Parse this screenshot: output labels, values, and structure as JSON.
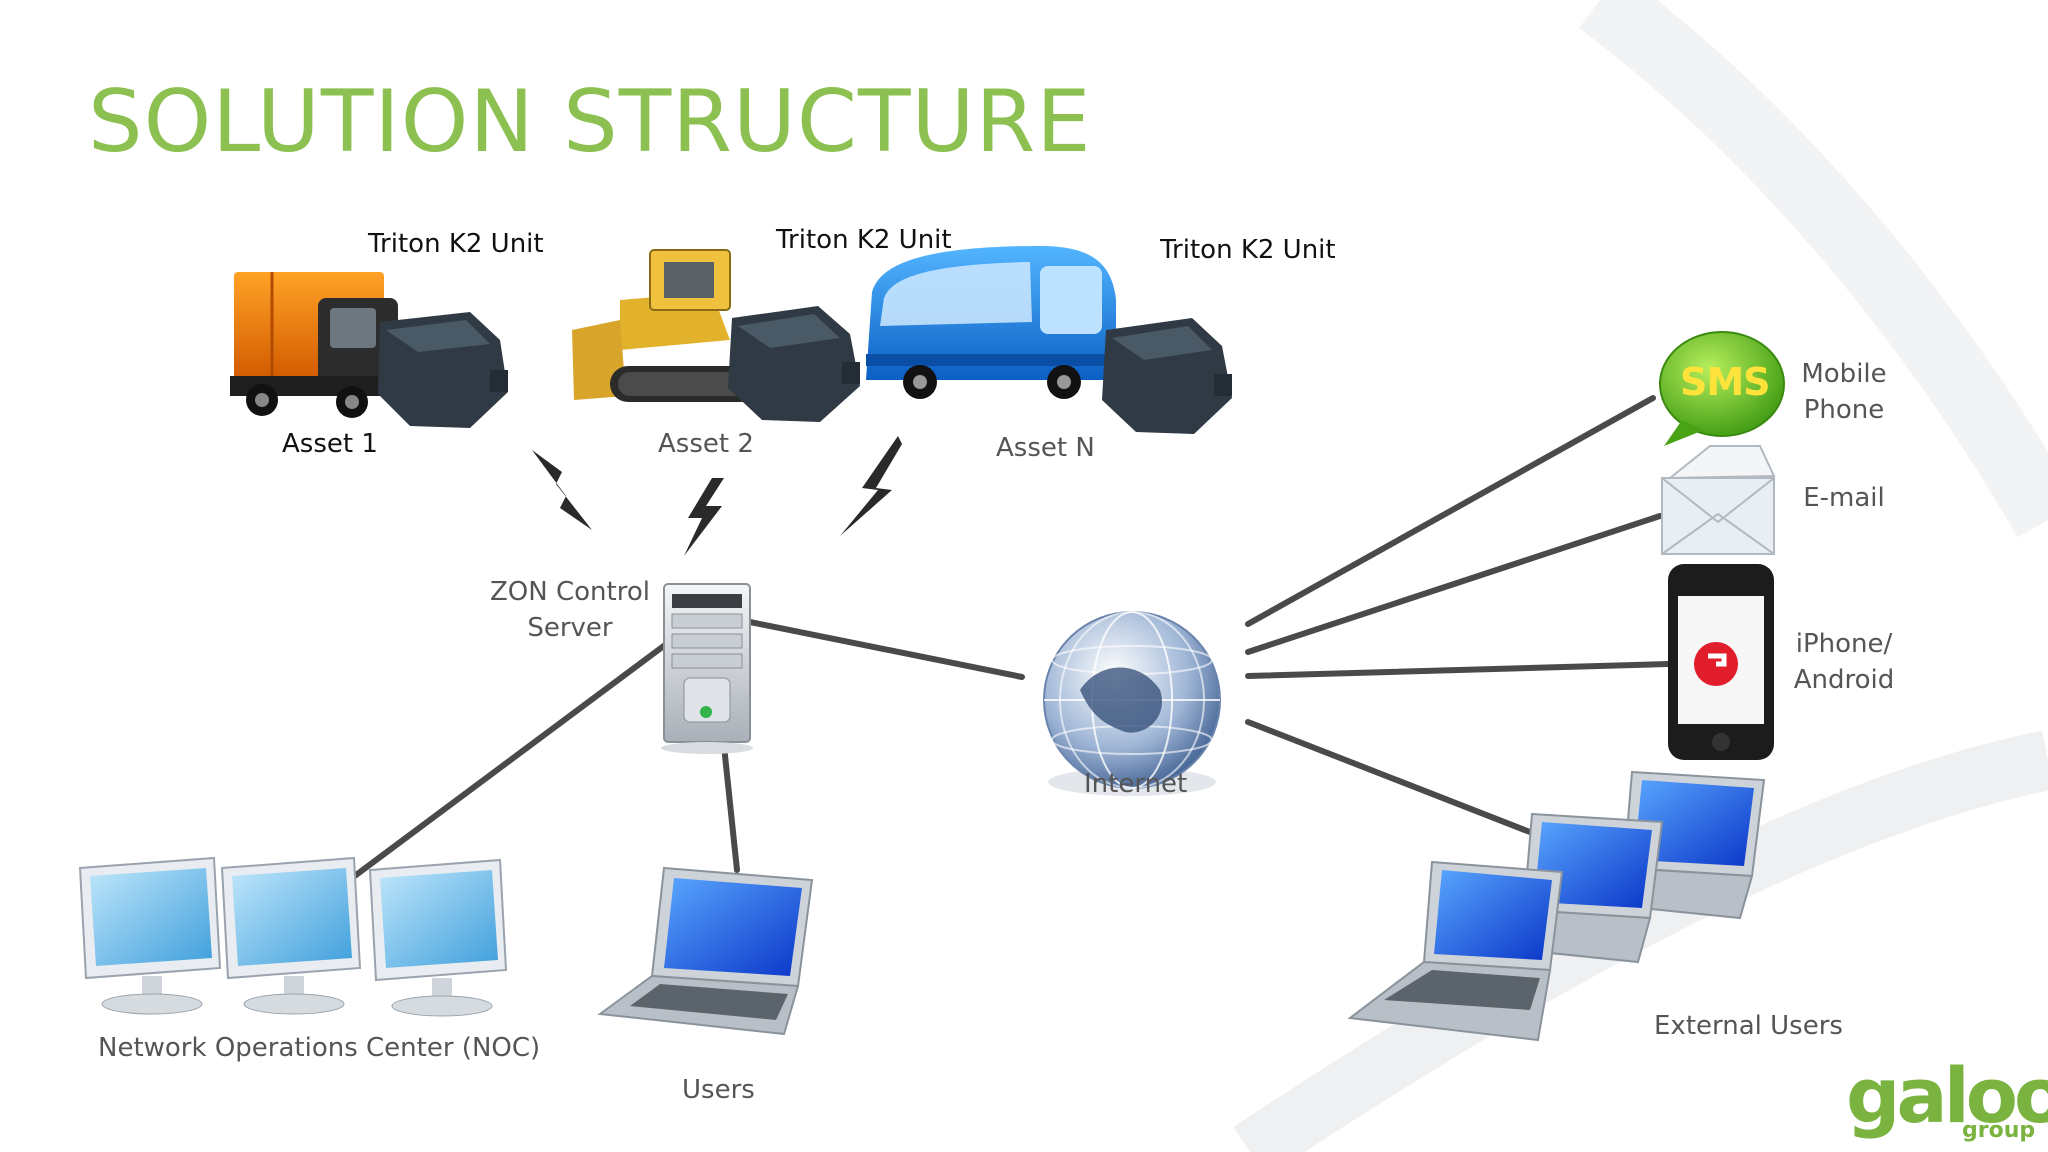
{
  "slide": {
    "title": "SOLUTION STRUCTURE",
    "accent_color": "#8cc152",
    "line_color": "#4a4a4a"
  },
  "assets": [
    {
      "unit_label": "Triton K2 Unit",
      "asset_label": "Asset 1",
      "vehicle_icon": "truck-icon"
    },
    {
      "unit_label": "Triton K2 Unit",
      "asset_label": "Asset 2",
      "vehicle_icon": "bulldozer-icon"
    },
    {
      "unit_label": "Triton K2 Unit",
      "asset_label": "Asset N",
      "vehicle_icon": "bus-icon"
    }
  ],
  "server": {
    "label_line1": "ZON Control",
    "label_line2": "Server",
    "icon": "server-icon"
  },
  "internet": {
    "label": "Internet",
    "icon": "globe-icon"
  },
  "noc": {
    "label": "Network Operations Center (NOC)",
    "icon": "monitor-icon"
  },
  "users": {
    "label": "Users",
    "icon": "laptop-icon"
  },
  "external_users": {
    "label": "External Users",
    "icon": "laptop-icon"
  },
  "channels": {
    "sms": {
      "line1": "Mobile",
      "line2": "Phone",
      "badge_text": "SMS"
    },
    "email": {
      "label": "E-mail"
    },
    "mobile": {
      "line1": "iPhone/",
      "line2": "Android"
    }
  },
  "logo": {
    "text": "galooli",
    "sub": "group"
  }
}
